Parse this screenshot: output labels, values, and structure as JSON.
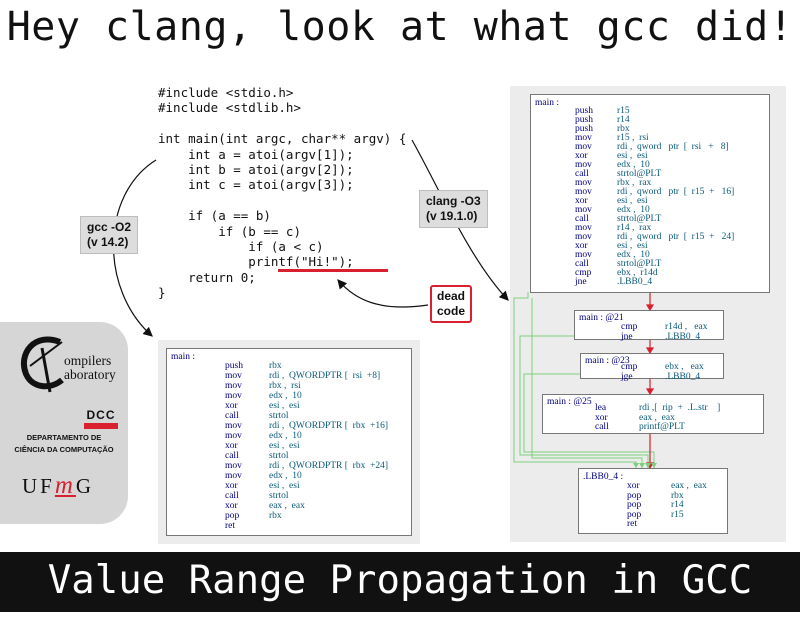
{
  "title": "Hey clang, look at what gcc did!",
  "footer": "Value Range Propagation in GCC",
  "source_code": [
    "#include <stdio.h>",
    "#include <stdlib.h>",
    "",
    "int main(int argc, char** argv) {",
    "    int a = atoi(argv[1]);",
    "    int b = atoi(argv[2]);",
    "    int c = atoi(argv[3]);",
    "",
    "    if (a == b)",
    "        if (b == c)",
    "            if (a < c)",
    "            printf(\"Hi!\");",
    "    return 0;",
    "}"
  ],
  "labels": {
    "gcc": [
      "gcc -O2",
      "(v 14.2)"
    ],
    "clang": [
      "clang -O3",
      "(v 19.1.0)"
    ],
    "dead_code": [
      "dead",
      "code"
    ]
  },
  "logo": {
    "lab_lines": [
      "ompilers",
      "aboratory"
    ],
    "dcc": "DCC",
    "department": [
      "DEPARTAMENTO DE",
      "CIÊNCIA DA COMPUTAÇÃO"
    ],
    "ufmg_left": "UF",
    "ufmg_m": "m",
    "ufmg_right": "G"
  },
  "gcc_asm": {
    "label": "main :",
    "lines": [
      [
        "push",
        "rbx"
      ],
      [
        "mov",
        "rdi ,  QWORDPTR [  rsi  +8]"
      ],
      [
        "mov",
        "rbx ,  rsi"
      ],
      [
        "mov",
        "edx ,  10"
      ],
      [
        "xor",
        "esi ,  esi"
      ],
      [
        "call",
        "strtol"
      ],
      [
        "mov",
        "rdi ,  QWORDPTR [  rbx  +16]"
      ],
      [
        "mov",
        "edx ,  10"
      ],
      [
        "xor",
        "esi ,  esi"
      ],
      [
        "call",
        "strtol"
      ],
      [
        "mov",
        "rdi ,  QWORDPTR [  rbx  +24]"
      ],
      [
        "mov",
        "edx ,  10"
      ],
      [
        "xor",
        "esi ,  esi"
      ],
      [
        "call",
        "strtol"
      ],
      [
        "xor",
        "eax ,  eax"
      ],
      [
        "pop",
        "rbx"
      ],
      [
        "ret",
        ""
      ]
    ]
  },
  "clang_asm": {
    "entry": {
      "label": "main :",
      "lines": [
        [
          "push",
          "r15"
        ],
        [
          "push",
          "r14"
        ],
        [
          "push",
          "rbx"
        ],
        [
          "mov",
          "r15 ,  rsi"
        ],
        [
          "mov",
          "rdi ,  qword   ptr  [  rsi   +   8]"
        ],
        [
          "xor",
          "esi ,  esi"
        ],
        [
          "mov",
          "edx ,  10"
        ],
        [
          "call",
          "strtol@PLT"
        ],
        [
          "mov",
          "rbx ,  rax"
        ],
        [
          "mov",
          "rdi ,  qword   ptr  [  r15  +   16]"
        ],
        [
          "xor",
          "esi ,  esi"
        ],
        [
          "mov",
          "edx ,  10"
        ],
        [
          "call",
          "strtol@PLT"
        ],
        [
          "mov",
          "r14 ,  rax"
        ],
        [
          "mov",
          "rdi ,  qword   ptr  [  r15  +   24]"
        ],
        [
          "xor",
          "esi ,  esi"
        ],
        [
          "mov",
          "edx ,  10"
        ],
        [
          "call",
          "strtol@PLT"
        ],
        [
          "cmp",
          "ebx ,  r14d"
        ],
        [
          "jne",
          ".LBB0_4"
        ]
      ]
    },
    "block21": {
      "label": "main : @21",
      "lines": [
        [
          "cmp",
          "r14d ,   eax"
        ],
        [
          "jne",
          ".LBB0_4"
        ]
      ]
    },
    "block23": {
      "label": "main : @23",
      "lines": [
        [
          "cmp",
          "ebx ,   eax"
        ],
        [
          "jge",
          ".LBB0_4"
        ]
      ]
    },
    "block25": {
      "label": "main : @25",
      "lines": [
        [
          "lea",
          "rdi ,[  rip  +  .L.str    ]"
        ],
        [
          "xor",
          "eax ,  eax"
        ],
        [
          "call",
          "printf@PLT"
        ]
      ]
    },
    "exit": {
      "label": ".LBB0_4 :",
      "lines": [
        [
          "xor",
          "eax ,  eax"
        ],
        [
          "pop",
          "rbx"
        ],
        [
          "pop",
          "r14"
        ],
        [
          "pop",
          "r15"
        ],
        [
          "ret",
          ""
        ]
      ]
    }
  },
  "colors": {
    "red": "#d8202f",
    "green": "#7ccf7c",
    "asm_op": "#000080",
    "asm_arg": "#0a5a7a"
  }
}
